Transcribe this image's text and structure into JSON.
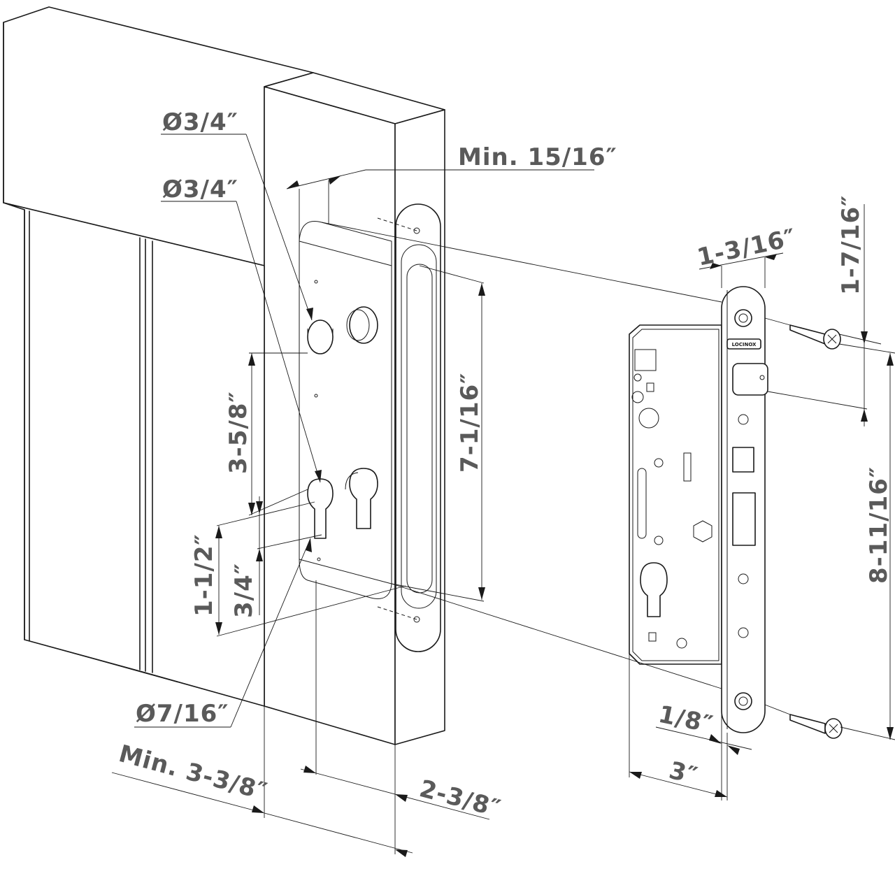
{
  "dimensions": {
    "hole_diameter_top": "Ø3/4″",
    "hole_diameter_upper": "Ø3/4″",
    "min_thickness": "Min. 15/16″",
    "strike_height": "7-1/16″",
    "hole_spacing": "3-5/8″",
    "profile_width": "1-1/2″",
    "profile_offset": "3/4″",
    "pin_diameter": "Ø7/16″",
    "min_profile_depth": "Min. 3-3/8″",
    "backset_depth": "2-3/8″",
    "faceplate_width": "1-3/16″",
    "screw_to_bolt": "1-7/16″",
    "screw_spacing": "8-11/16″",
    "faceplate_thickness": "1/8″",
    "case_depth": "3″"
  },
  "brand": "LOCINOX"
}
